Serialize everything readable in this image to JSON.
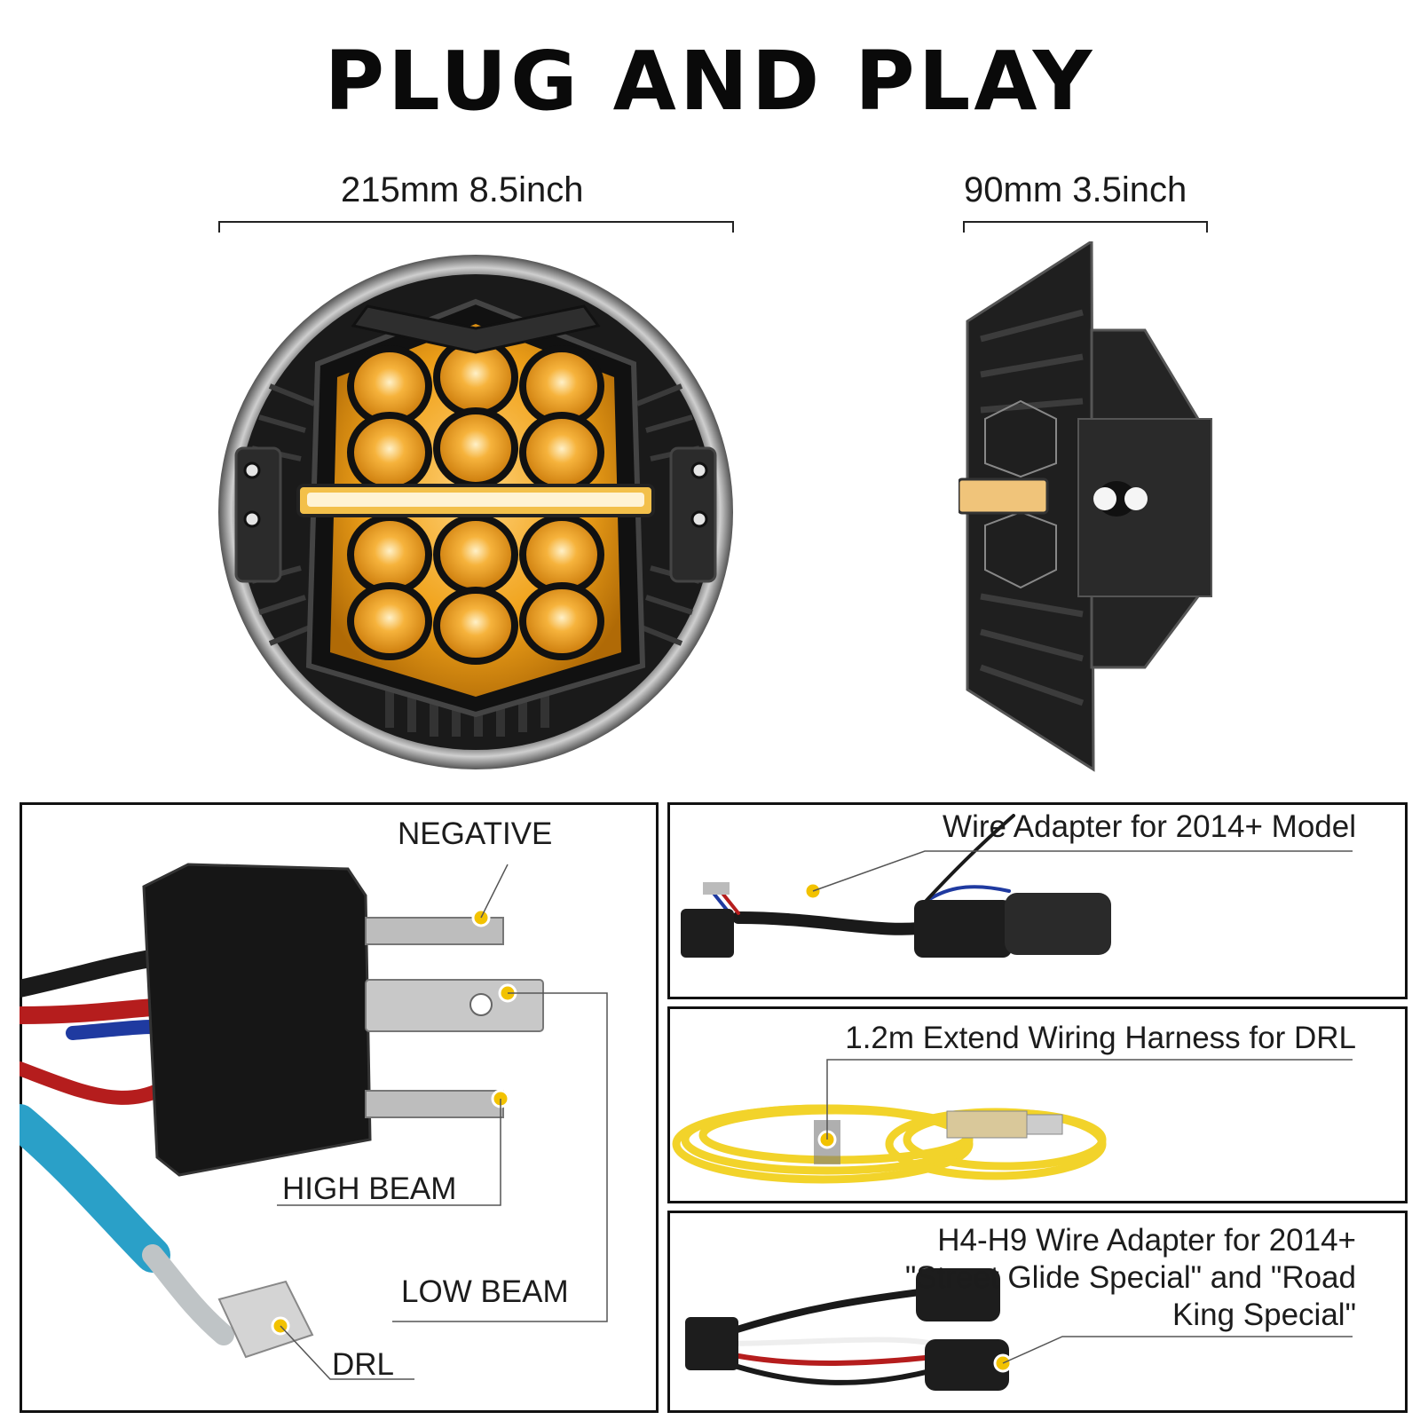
{
  "title": "PLUG AND PLAY",
  "dimensions": {
    "diameter": "215mm 8.5inch",
    "depth": "90mm 3.5inch"
  },
  "wiring_panel": {
    "negative": "NEGATIVE",
    "high_beam": "HIGH BEAM",
    "low_beam": "LOW BEAM",
    "drl": "DRL"
  },
  "accessories": {
    "adapter_2014": "Wire Adapter for 2014+ Model",
    "harness_drl": "1.2m Extend Wiring Harness for DRL",
    "h4h9_line1": "H4-H9 Wire Adapter for 2014+",
    "h4h9_line2": "\"Street Glide Special\" and \"Road",
    "h4h9_line3": "King Special\""
  },
  "colors": {
    "amber": "#f0a21a",
    "housing": "#1b1b1b",
    "callout_dot": "#f2c200"
  }
}
